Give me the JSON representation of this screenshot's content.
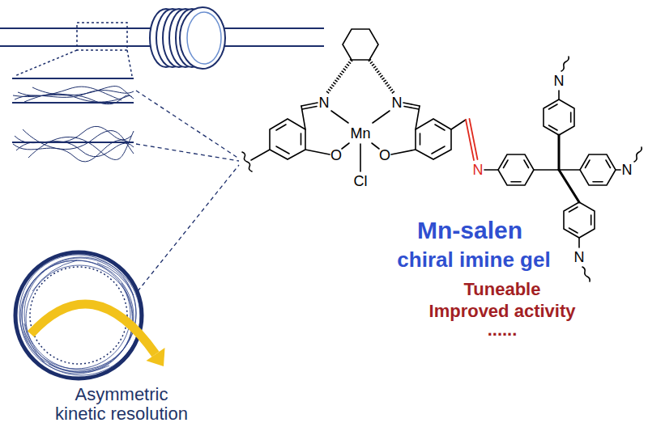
{
  "diagram": {
    "labels": [
      "N",
      "N",
      "Mn",
      "O",
      "O",
      "Cl",
      "N",
      "N",
      "N",
      "N",
      "Mn-salen",
      "chiral imine gel",
      "Tuneable",
      "Improved activity",
      "......",
      "Asymmetric",
      "kinetic resolution"
    ]
  }
}
